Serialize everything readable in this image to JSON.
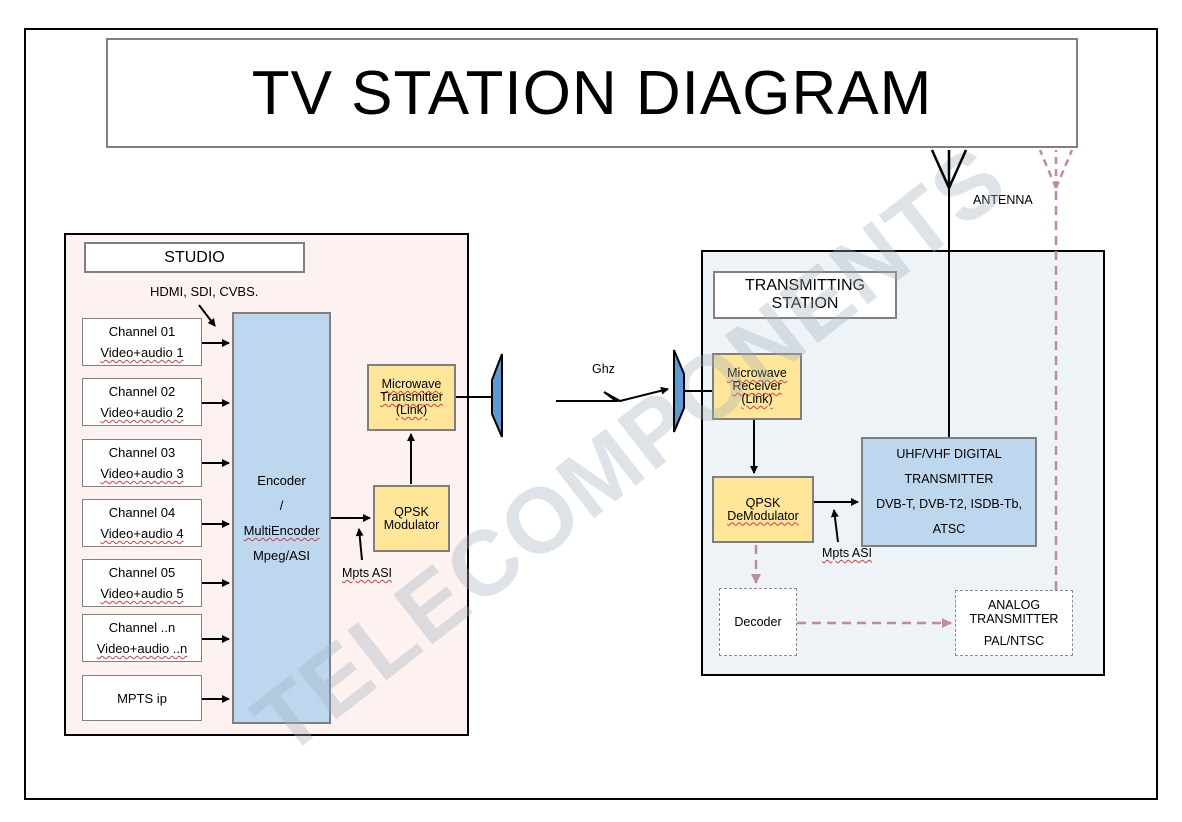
{
  "title": "TV STATION DIAGRAM",
  "watermark": "TELECOMPONENTS",
  "studio": {
    "label": "STUDIO",
    "inputs_note": "HDMI, SDI, CVBS.",
    "channels": [
      {
        "name": "Channel 01",
        "sub": "Video+audio 1"
      },
      {
        "name": "Channel 02",
        "sub": "Video+audio 2"
      },
      {
        "name": "Channel 03",
        "sub": "Video+audio 3"
      },
      {
        "name": "Channel 04",
        "sub": "Video+audio 4"
      },
      {
        "name": "Channel 05",
        "sub": "Video+audio 5"
      },
      {
        "name": "Channel ..n",
        "sub": "Video+audio ..n"
      }
    ],
    "mpts_ip": "MPTS ip",
    "encoder": {
      "line1": "Encoder",
      "line2": "/",
      "line3": "MultiEncoder",
      "line4": "Mpeg/ASI"
    },
    "qpsk": {
      "line1": "QPSK",
      "line2": "Modulator"
    },
    "microwave_tx": {
      "line1": "Microwave",
      "line2": "Transmitter",
      "line3": "(Link)"
    },
    "mpts_asi": "Mpts ASI"
  },
  "link_label": "Ghz",
  "antenna_label": "ANTENNA",
  "transmitting": {
    "label_line1": "TRANSMITTING",
    "label_line2": "STATION",
    "microwave_rx": {
      "line1": "Microwave",
      "line2": "Receiver",
      "line3": "(Link)"
    },
    "qpsk_demod": {
      "line1": "QPSK",
      "line2": "DeModulator"
    },
    "mpts_asi": "Mpts ASI",
    "uhf": {
      "line1": "UHF/VHF DIGITAL",
      "line2": "TRANSMITTER",
      "line3": "DVB-T, DVB-T2, ISDB-Tb,",
      "line4": "ATSC"
    },
    "decoder": "Decoder",
    "analog": {
      "line1": "ANALOG",
      "line2": "TRANSMITTER",
      "line3": "PAL/NTSC"
    }
  }
}
